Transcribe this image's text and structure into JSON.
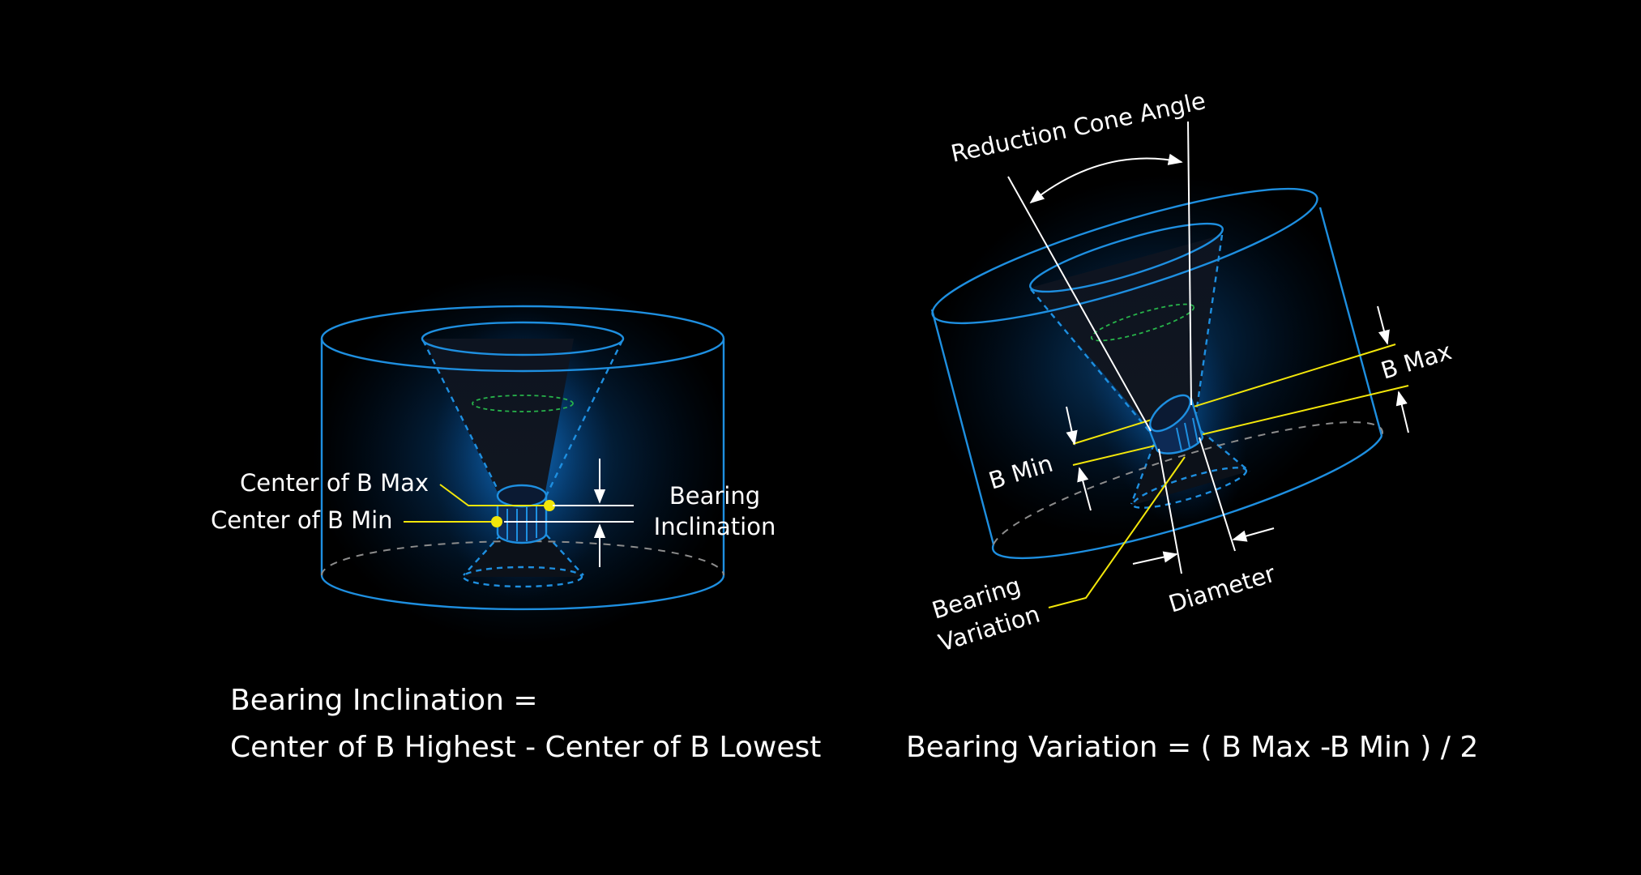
{
  "colors": {
    "background": "#000000",
    "outline": "#1e8fe0",
    "glow": "#0a72d6",
    "highlight": "#f2e60a",
    "inner_ring": "#27b24a",
    "hidden_edge": "#8c8c8c",
    "text": "#ffffff"
  },
  "left": {
    "label_center_b_max": "Center of B Max",
    "label_center_b_min": "Center of B Min",
    "label_bearing": "Bearing",
    "label_inclination": "Inclination",
    "formula_line1": "Bearing Inclination =",
    "formula_line2": "Center of B Highest - Center of B Lowest"
  },
  "right": {
    "label_reduction_cone_angle": "Reduction Cone Angle",
    "label_b_max": "B Max",
    "label_b_min": "B Min",
    "label_bearing": "Bearing",
    "label_variation": "Variation",
    "label_diameter": "Diameter",
    "formula": "Bearing Variation = ( B Max -B Min ) / 2"
  }
}
